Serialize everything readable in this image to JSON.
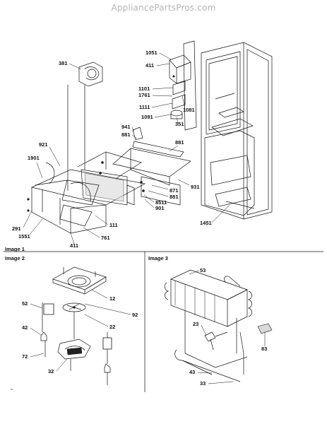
{
  "watermark": "AppliancePartsPros.com",
  "sections": {
    "image1": "Image 1",
    "image2": "Image 2",
    "image3": "Image 3"
  },
  "parts_main": [
    "381",
    "1051",
    "411",
    "1101",
    "1761",
    "1081",
    "1111",
    "1091",
    "351",
    "941",
    "881",
    "881",
    "921",
    "1901",
    "931",
    "871",
    "881",
    "8511",
    "901",
    "291",
    "1551",
    "111",
    "761",
    "411",
    "1451"
  ],
  "parts_image2": [
    "12",
    "92",
    "52",
    "22",
    "42",
    "72",
    "32"
  ],
  "parts_image3": [
    "53",
    "23",
    "83",
    "43",
    "33"
  ],
  "stray_mark": "°"
}
